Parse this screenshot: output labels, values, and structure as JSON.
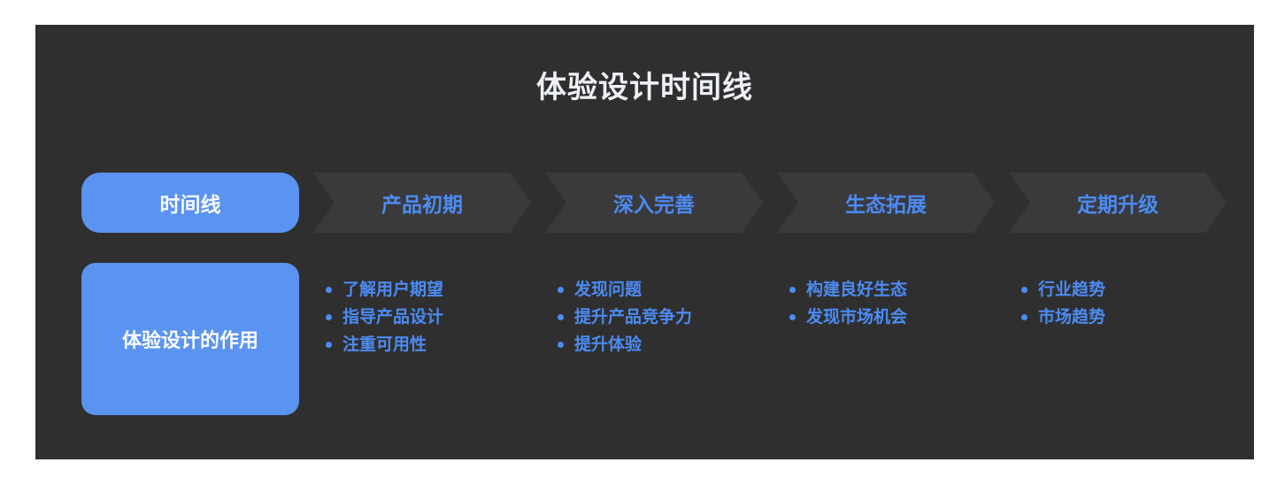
{
  "colors": {
    "page_background": "#ffffff",
    "card_background": "#2f2f30",
    "stage_background": "#3a3a3d",
    "accent_blue": "#5b93f1",
    "text_blue": "#4c8bf2",
    "title_color": "#eef1f6"
  },
  "title": "体验设计时间线",
  "timeline": {
    "pill_label": "时间线",
    "role_label": "体验设计的作用",
    "stages": [
      {
        "label": "产品初期",
        "items": [
          "了解用户期望",
          "指导产品设计",
          "注重可用性"
        ]
      },
      {
        "label": "深入完善",
        "items": [
          "发现问题",
          "提升产品竞争力",
          "提升体验"
        ]
      },
      {
        "label": "生态拓展",
        "items": [
          "构建良好生态",
          "发现市场机会"
        ]
      },
      {
        "label": "定期升级",
        "items": [
          "行业趋势",
          "市场趋势"
        ]
      }
    ]
  }
}
